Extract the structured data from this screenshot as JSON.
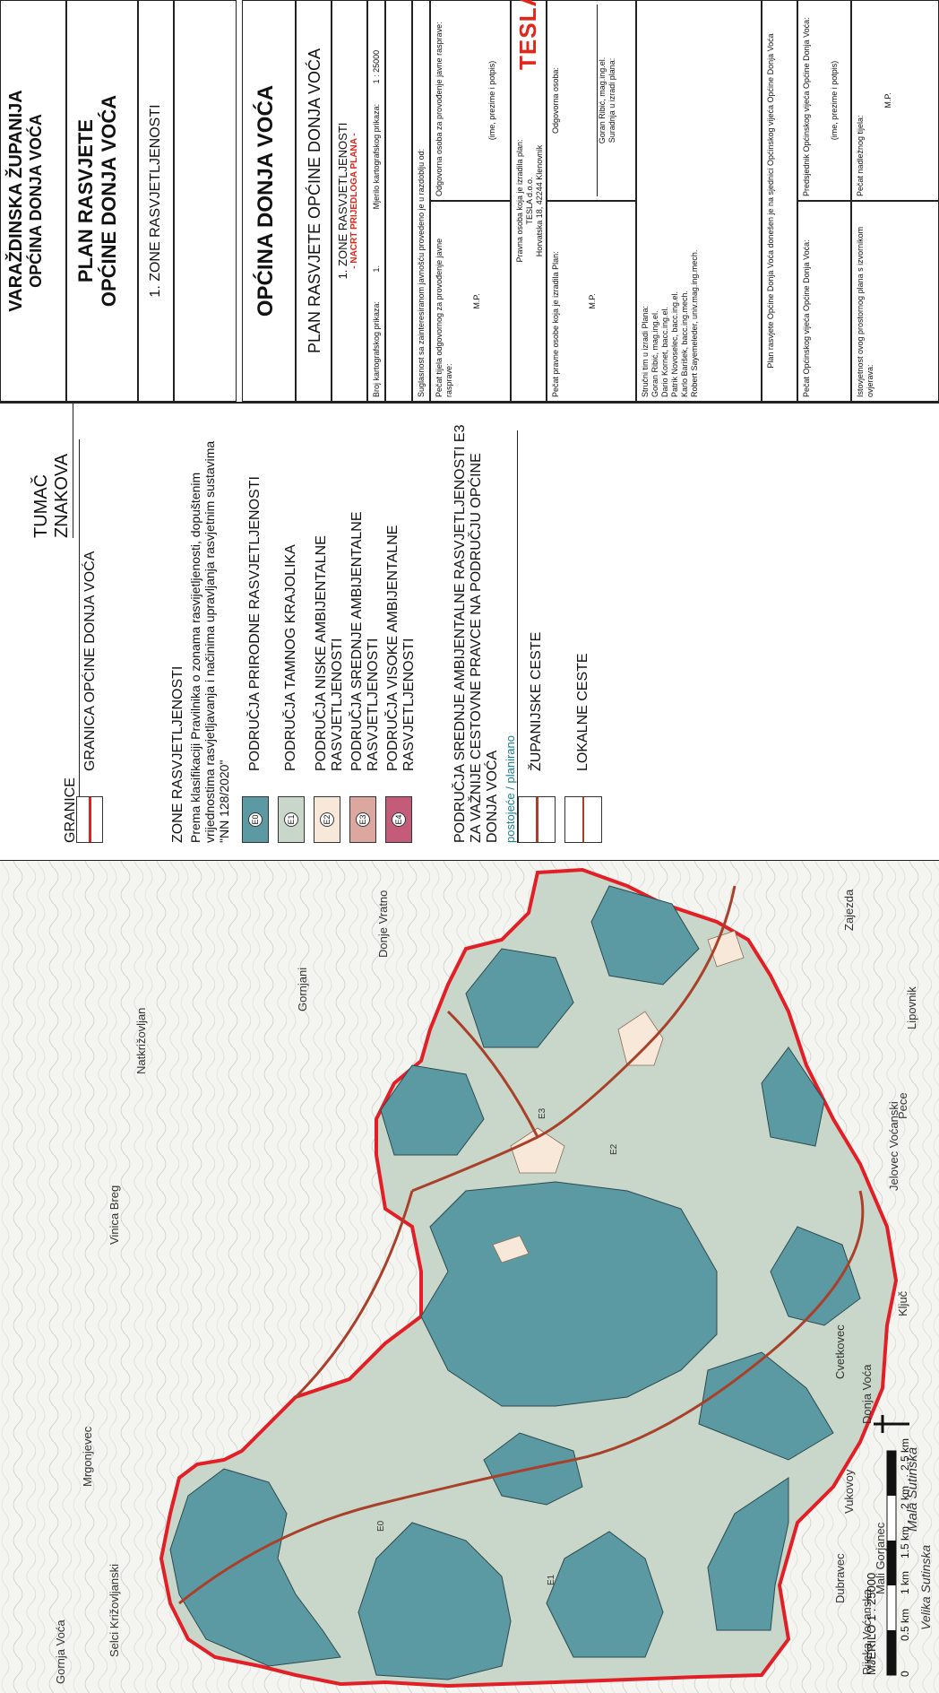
{
  "map": {
    "places": [
      "Selci Križovljanski",
      "Mrgonjevec",
      "Vinica Breg",
      "Natkrižovljan",
      "Gornjani",
      "Donje Vratno",
      "Pece",
      "Lipovnik",
      "Vukovoy",
      "Dubravec",
      "Donja Voća",
      "Ključ",
      "Mala Sutinska",
      "Velika Sutinska",
      "Rijeka Voćanska",
      "Mali Gorjanec",
      "Cvetkovec",
      "Gornja Voća",
      "Jelovec Voćanski",
      "Zajezda"
    ],
    "scale_text": "MJERILO 1 : 25000",
    "scale_ticks": [
      "0",
      "0.5 km",
      "1 km",
      "1.5 km",
      "2 km",
      "2.5 km"
    ],
    "zone_markers": [
      "E0",
      "E1",
      "E2",
      "E3"
    ]
  },
  "legend": {
    "title": "TUMAČ ZNAKOVA",
    "granice_heading": "GRANICE",
    "granica_label": "GRANICA OPĆINE DONJA VOĆA",
    "zone_heading": "ZONE RASVJETLJENOSTI",
    "zone_desc": "Prema klasifikaciji Pravilnika o zonama rasvijetljenosti, dopuštenim vrijednostima rasvjetljavanja i načinima upravljanja rasvjetnim sustavima \"NN 128/2020\"",
    "zones": [
      {
        "code": "E0",
        "label": "PODRUČJA PRIRODNE RASVJETLJENOSTI",
        "color": "#5b9aa3"
      },
      {
        "code": "E1",
        "label": "PODRUČJA TAMNOG KRAJOLIKA",
        "color": "#c8d7c9"
      },
      {
        "code": "E2",
        "label": "PODRUČJA NISKE AMBIJENTALNE RASVJETLJENOSTI",
        "color": "#f7e8d9"
      },
      {
        "code": "E3",
        "label": "PODRUČJA SREDNJE AMBIJENTALNE RASVJETLJENOSTI",
        "color": "#dca79f"
      },
      {
        "code": "E4",
        "label": "PODRUČJA VISOKE AMBIJENTALNE RASVJETLJENOSTI",
        "color": "#c45c79"
      }
    ],
    "roads_heading": "PODRUČJA SREDNJE AMBIJENTALNE RASVJETLJENOSTI E3 ZA VAŽNIJE CESTOVNE PRAVCE NA PODRUČJU OPĆINE DONJA VOĆA",
    "roads_subheading": "postojeće / planirano",
    "roads": [
      {
        "label": "ŽUPANIJSKE CESTE"
      },
      {
        "label": "LOKALNE CESTE"
      }
    ],
    "colors": {
      "boundary": "#e21f26",
      "road": "#a8402a"
    }
  },
  "titleblock": {
    "county": "VARAŽDINSKA ŽUPANIJA",
    "municipality": "OPĆINA DONJA VOĆA",
    "plan_line1": "PLAN RASVJETE",
    "plan_line2": "OPĆINE DONJA VOĆA",
    "sheet_name": "1. ZONE RASVJETLJENOSTI",
    "big_title": "OPĆINA DONJA VOĆA",
    "plan_title": "PLAN RASVJETE OPĆINE DONJA VOĆA",
    "sheet_name2": "1. ZONE RASVJETLJENOSTI",
    "draft": "- NACRT PRIJEDLOGA PLANA -",
    "map_number_label": "Broj kartografskog prikaza:",
    "map_number": "1.",
    "scale_label": "Mjerilo kartografskog prikaza:",
    "scale_value": "1 : 25000",
    "consult_label": "Suglasnost sa zainteresiranom javnošću provedeno je u razdoblju od:",
    "stamp_body_label": "Pečat tijela odgovornog za provođenje javne rasprave:",
    "mp": "M.P.",
    "resp_person_label": "Odgovorna osoba za provođenje javne rasprave:",
    "name_sign": "(ime, prezime i potpis)",
    "legal_maker_label": "Pravna osoba koja je izradila plan:",
    "company": "TESLA d.o.o.",
    "address": "Horvatska 18, 42244 Klenovnik",
    "company_logo": "TESLA",
    "stamp_legal_label": "Pečat pravne osobe koja je izradila Plan:",
    "resp_label": "Odgovorna osoba:",
    "resp_name": "Goran Ribić, mag.ing.el.",
    "collab_label": "Suradnja u izradi plana:",
    "team_label": "Stručni tim u izradi Plana:",
    "team": [
      "Goran Ribić, mag.ing.el.",
      "Dario Kornet, bacc.ing.el.",
      "Patrik Novoselec, bacc.ing.el.",
      "Karlo Barišek, bacc.ing.mech.",
      "Robert Sayemeleder, univ.mag.ing.mech."
    ],
    "adopted": "Plan rasvjete Općine Donja Voća donešen je na sjednici Općinskog vijeća Općine Donja Voća",
    "council_stamp_label": "Pečat Općinskog vijeća Općine Donja Voća:",
    "council_pres_label": "Predsjednik Općinskog vijeća Općine Donja Voća:",
    "validity_label": "Istovjetnost ovog prostornog plana s izvornikom ovjerava:",
    "supervisor_stamp_label": "Pečat nadležnog tijela:"
  }
}
